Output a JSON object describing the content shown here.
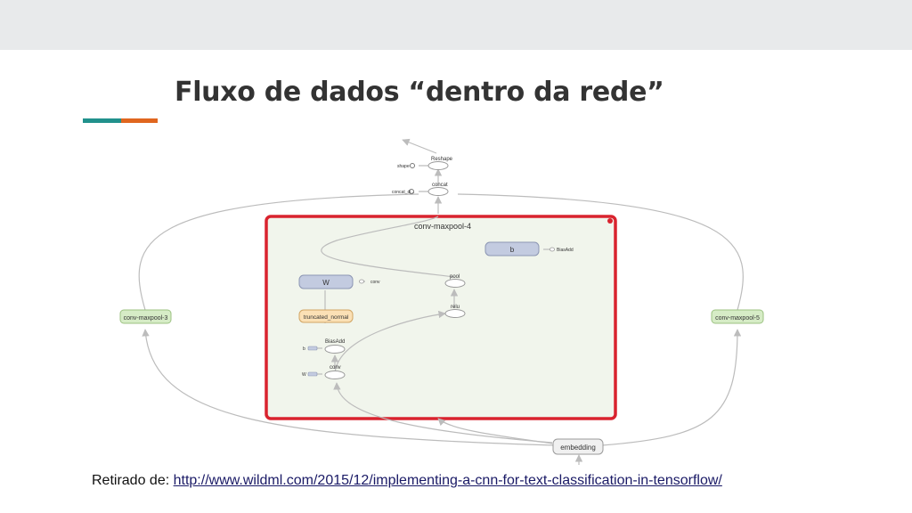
{
  "title": "Fluxo de dados “dentro da rede”",
  "credit": {
    "prefix": "Retirado de: ",
    "url": "http://www.wildml.com/2015/12/implementing-a-cnn-for-text-classification-in-tensorflow/"
  },
  "graph": {
    "group_label": "conv-maxpool-4",
    "nodes": {
      "reshape": "Reshape",
      "shape": "shape",
      "concat": "concat",
      "concat_dim": "concat_di...",
      "b": "b",
      "bias_add_small": "BiasAdd",
      "w_var": "W",
      "conv_small": "conv",
      "pool": "pool",
      "relu": "relu",
      "truncated_normal": "truncated_normal",
      "bias_add": "BiasAdd",
      "b_input": "b",
      "conv": "conv",
      "w_input": "W",
      "conv_maxpool_3": "conv-maxpool-3",
      "conv_maxpool_5": "conv-maxpool-5",
      "embedding": "embedding"
    },
    "colors": {
      "highlight_border": "#d9232e",
      "group_fill": "#f1f5ec",
      "variable_fill": "#c3cbe0",
      "init_fill": "#fbe0b5",
      "module_fill": "#d6ecc6",
      "edge": "#bcbcbc"
    }
  }
}
